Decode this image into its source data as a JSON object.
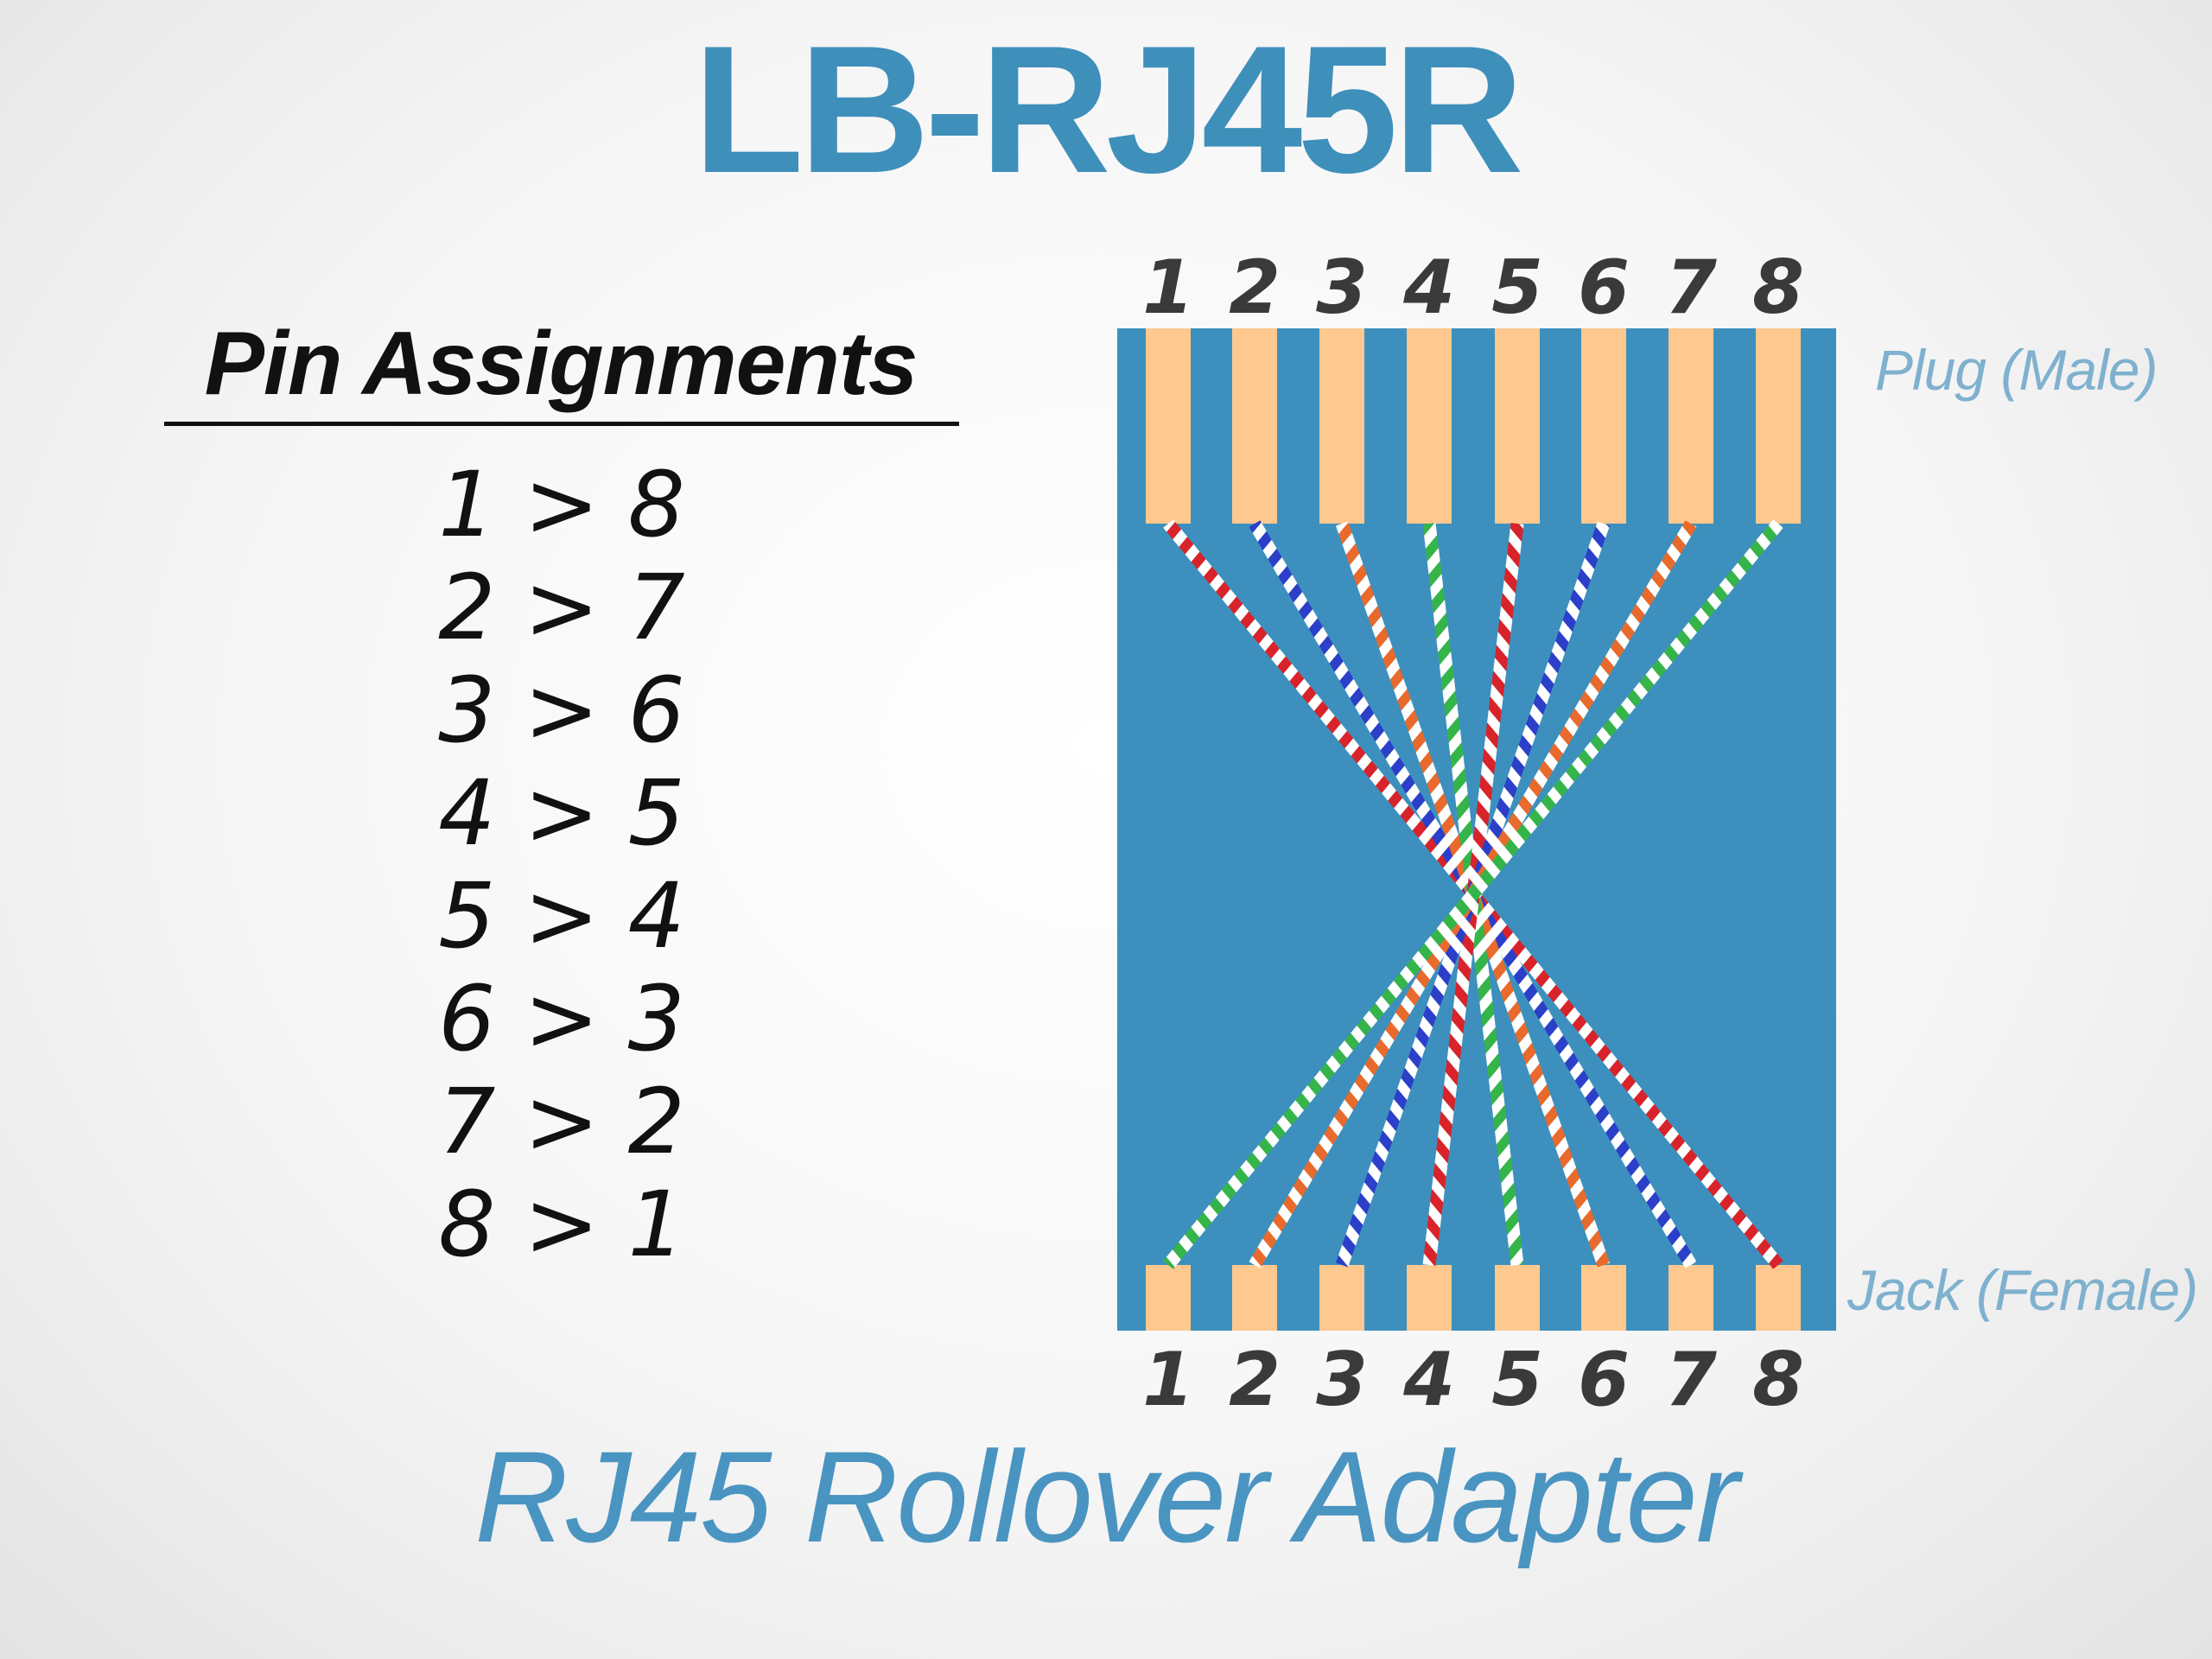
{
  "title": "LB-RJ45R",
  "pin_assignments": {
    "heading": "Pin Assignments",
    "rows": [
      "1 > 8",
      "2 > 7",
      "3 > 6",
      "4 > 5",
      "5 > 4",
      "6 > 3",
      "7 > 2",
      "8 > 1"
    ]
  },
  "diagram": {
    "plug_label": "Plug (Male)",
    "jack_label": "Jack (Female)",
    "plug_pins": [
      "1",
      "2",
      "3",
      "4",
      "5",
      "6",
      "7",
      "8"
    ],
    "jack_pins": [
      "1",
      "2",
      "3",
      "4",
      "5",
      "6",
      "7",
      "8"
    ],
    "connections": [
      {
        "from": "1",
        "to": "8",
        "color": "#d8232a"
      },
      {
        "from": "2",
        "to": "7",
        "color": "#2c3fc9"
      },
      {
        "from": "3",
        "to": "6",
        "color": "#e86a2c"
      },
      {
        "from": "4",
        "to": "5",
        "color": "#35b44a"
      },
      {
        "from": "5",
        "to": "4",
        "color": "#d8232a"
      },
      {
        "from": "6",
        "to": "3",
        "color": "#2c3fc9"
      },
      {
        "from": "7",
        "to": "2",
        "color": "#e86a2c"
      },
      {
        "from": "8",
        "to": "1",
        "color": "#35b44a"
      }
    ],
    "board_color": "#3d90bd",
    "pin_color": "#ffc88f",
    "numeral_color": "#3a3a3a"
  },
  "subtitle": "RJ45 Rollover Adapter"
}
